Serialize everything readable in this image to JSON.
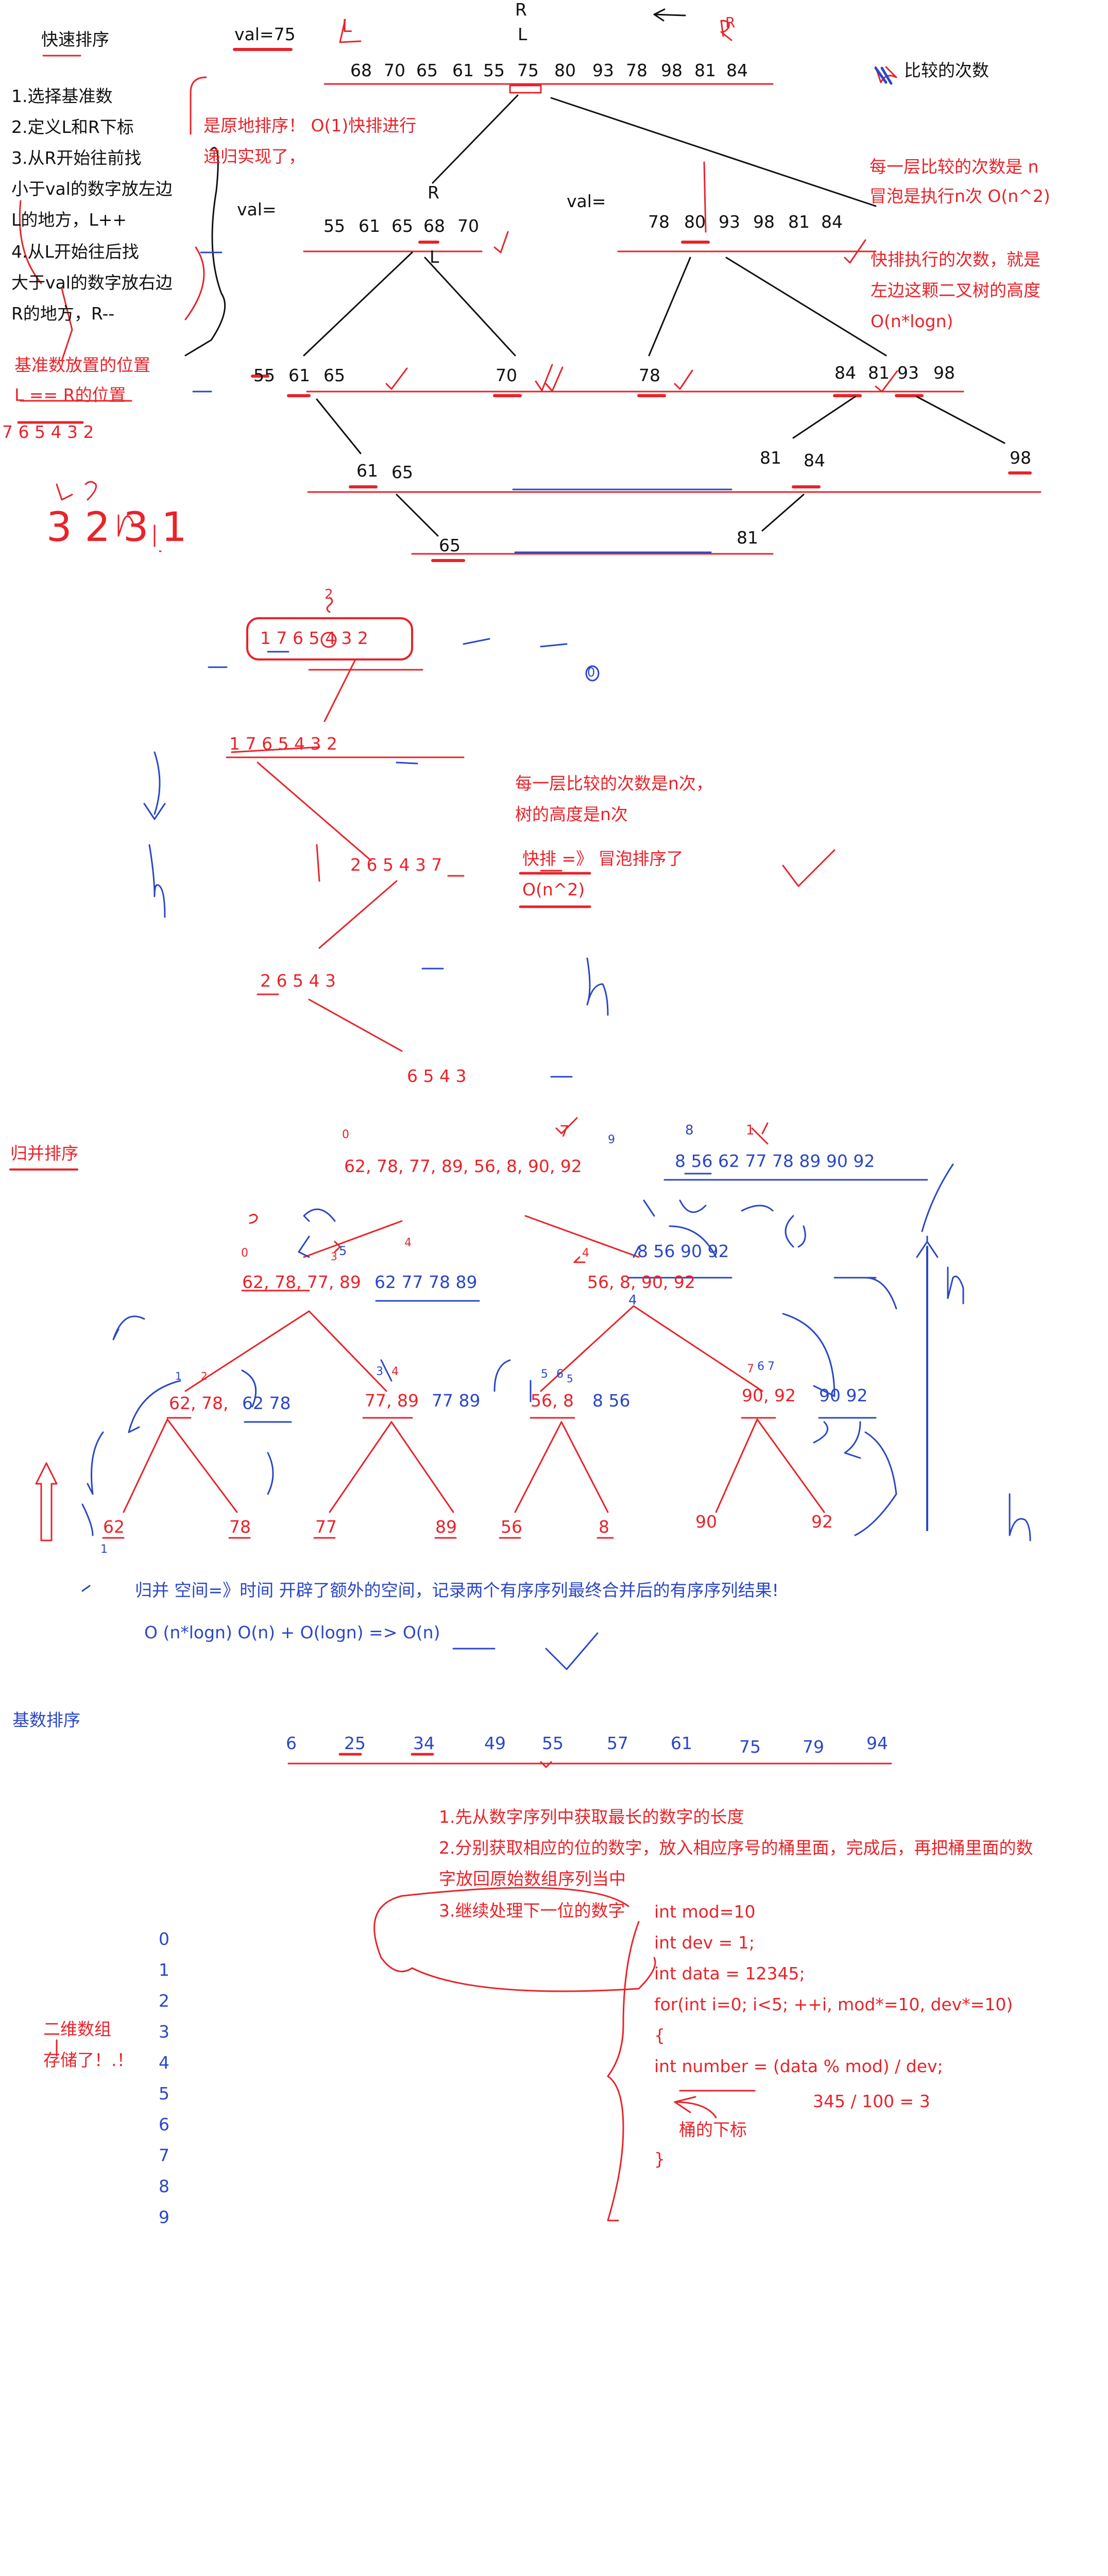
{
  "colors": {
    "ink_black": "#111111",
    "ink_red": "#e8232a",
    "ink_blue": "#2b47c6"
  },
  "quick": {
    "title": "快速排序",
    "val_top": "val=75",
    "r_top": "R",
    "l_top": "L",
    "l_mark": "L",
    "r_mark": "R",
    "legend": "比较的次数",
    "row0": [
      "68",
      "70",
      "65",
      "61",
      "55",
      "75",
      "80",
      "93",
      "78",
      "98",
      "81",
      "84"
    ],
    "steps": [
      "1.选择基准数",
      "2.定义L和R下标",
      "3.从R开始往前找",
      "小于val的数字放左边",
      "L的地方，L++",
      "4.从L开始往后找",
      "大于val的数字放右边",
      "R的地方，R--"
    ],
    "base_pos_1": "基准数放置的位置",
    "base_pos_2": "L == R的位置",
    "seq_red": "7 6 5 4 3 2",
    "scribble": "3 2 3 1",
    "inplace_1": "是原地排序！ O(1)快排进行",
    "inplace_2": "递归实现了，",
    "val_l": "val=",
    "val_r": "val=",
    "left_row1": [
      "55",
      "61",
      "65",
      "68",
      "70"
    ],
    "left_r": "R",
    "left_l": "L",
    "right_row1": [
      "78",
      "80",
      "93",
      "98",
      "81",
      "84"
    ],
    "note_n_1": "每一层比较的次数是 n",
    "note_n_2": "冒泡是执行n次 O(n^2)",
    "note_h_1": "快排执行的次数，就是",
    "note_h_2": "左边这颗二叉树的高度",
    "note_h_3": "O(n*logn)",
    "row2": [
      "55",
      "61",
      "65",
      "70",
      "78",
      "84",
      "81",
      "93",
      "98"
    ],
    "row3_left": [
      "61",
      "65"
    ],
    "row3_right": [
      "81",
      "84",
      "98"
    ],
    "row4": [
      "65",
      "81"
    ],
    "worst_top": "1 7 6 5 4 3 2",
    "worst_mark": "2",
    "worst_1": "1 7 6 5 4 3 2",
    "worst_2": "2 6 5 4 3 7",
    "worst_3": "2 6 5 4 3",
    "worst_4": "6 5 4 3",
    "blue_o": "0",
    "worst_note_1": "每一层比较的次数是n次，",
    "worst_note_2": "树的高度是n次",
    "worst_note_3": "快排  =》  冒泡排序了",
    "worst_note_4": "O(n^2)"
  },
  "merge": {
    "title": "归并排序",
    "root": "62, 78, 77, 89, 56, 8, 90, 92",
    "root_sorted": "8 56 62 77 78 89 90 92",
    "left": "62, 78, 77, 89",
    "left_sorted": "62 77 78 89",
    "right": "56, 8, 90, 92",
    "right_sorted": "8 56 90 92",
    "pairs": [
      "62, 78,",
      "77, 89",
      "56, 8",
      "90, 92"
    ],
    "pairs_sorted": [
      "62 78",
      "77 89",
      "8 56",
      "90 92"
    ],
    "leaves": [
      "62",
      "78",
      "77",
      "89",
      "56",
      "8",
      "90",
      "92"
    ],
    "marks": [
      "0",
      "7",
      "9",
      "8",
      "1",
      "0",
      "5",
      "3",
      "4",
      "4",
      "1",
      "2",
      "3",
      "4",
      "5",
      "6",
      "7",
      "4",
      "5",
      "6",
      "7",
      "1"
    ],
    "space_note": "归并 空间=》时间  开辟了额外的空间，记录两个有序序列最终合并后的有序序列结果!",
    "complexity": "O (n*logn)     O(n) + O(logn)  => O(n)"
  },
  "radix": {
    "title": "基数排序",
    "numbers": [
      "6",
      "25",
      "34",
      "49",
      "55",
      "57",
      "61",
      "75",
      "79",
      "94"
    ],
    "step1": "1.先从数字序列中获取最长的数字的长度",
    "step2a": "2.分别获取相应的位的数字，放入相应序号的桶里面，完成后，再把桶里面的数",
    "step2b": "字放回原始数组序列当中",
    "step3": "3.继续处理下一位的数字",
    "code": [
      "int mod=10",
      "int dev = 1;",
      "int data = 12345;",
      "for(int i=0; i<5; ++i, mod*=10, dev*=10)",
      "{",
      "int number = (data % mod) / dev;",
      "}"
    ],
    "example": "345 / 100 = 3",
    "bucket_label": "桶的下标",
    "array_note_1": "二维数组",
    "array_note_2": "存储了！.！",
    "buckets": [
      "0",
      "1",
      "2",
      "3",
      "4",
      "5",
      "6",
      "7",
      "8",
      "9"
    ]
  }
}
